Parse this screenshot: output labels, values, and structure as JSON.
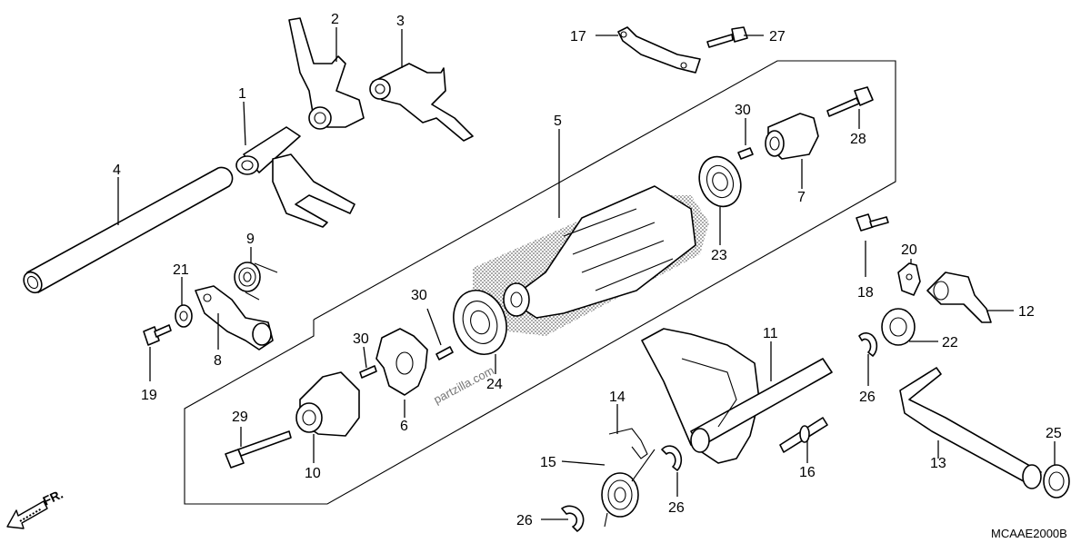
{
  "diagram_code": "MCAAE2000B",
  "front_marker": "FR.",
  "watermark": "partzilla.com",
  "callouts": {
    "c1": "1",
    "c2": "2",
    "c3": "3",
    "c4": "4",
    "c5": "5",
    "c6": "6",
    "c7": "7",
    "c8": "8",
    "c9": "9",
    "c10": "10",
    "c11": "11",
    "c12": "12",
    "c13": "13",
    "c14": "14",
    "c15": "15",
    "c16": "16",
    "c17": "17",
    "c18": "18",
    "c19": "19",
    "c20": "20",
    "c21": "21",
    "c22": "22",
    "c23": "23",
    "c24": "24",
    "c25": "25",
    "c26a": "26",
    "c26b": "26",
    "c26c": "26",
    "c27": "27",
    "c28": "28",
    "c29": "29",
    "c30a": "30",
    "c30b": "30",
    "c30c": "30"
  }
}
